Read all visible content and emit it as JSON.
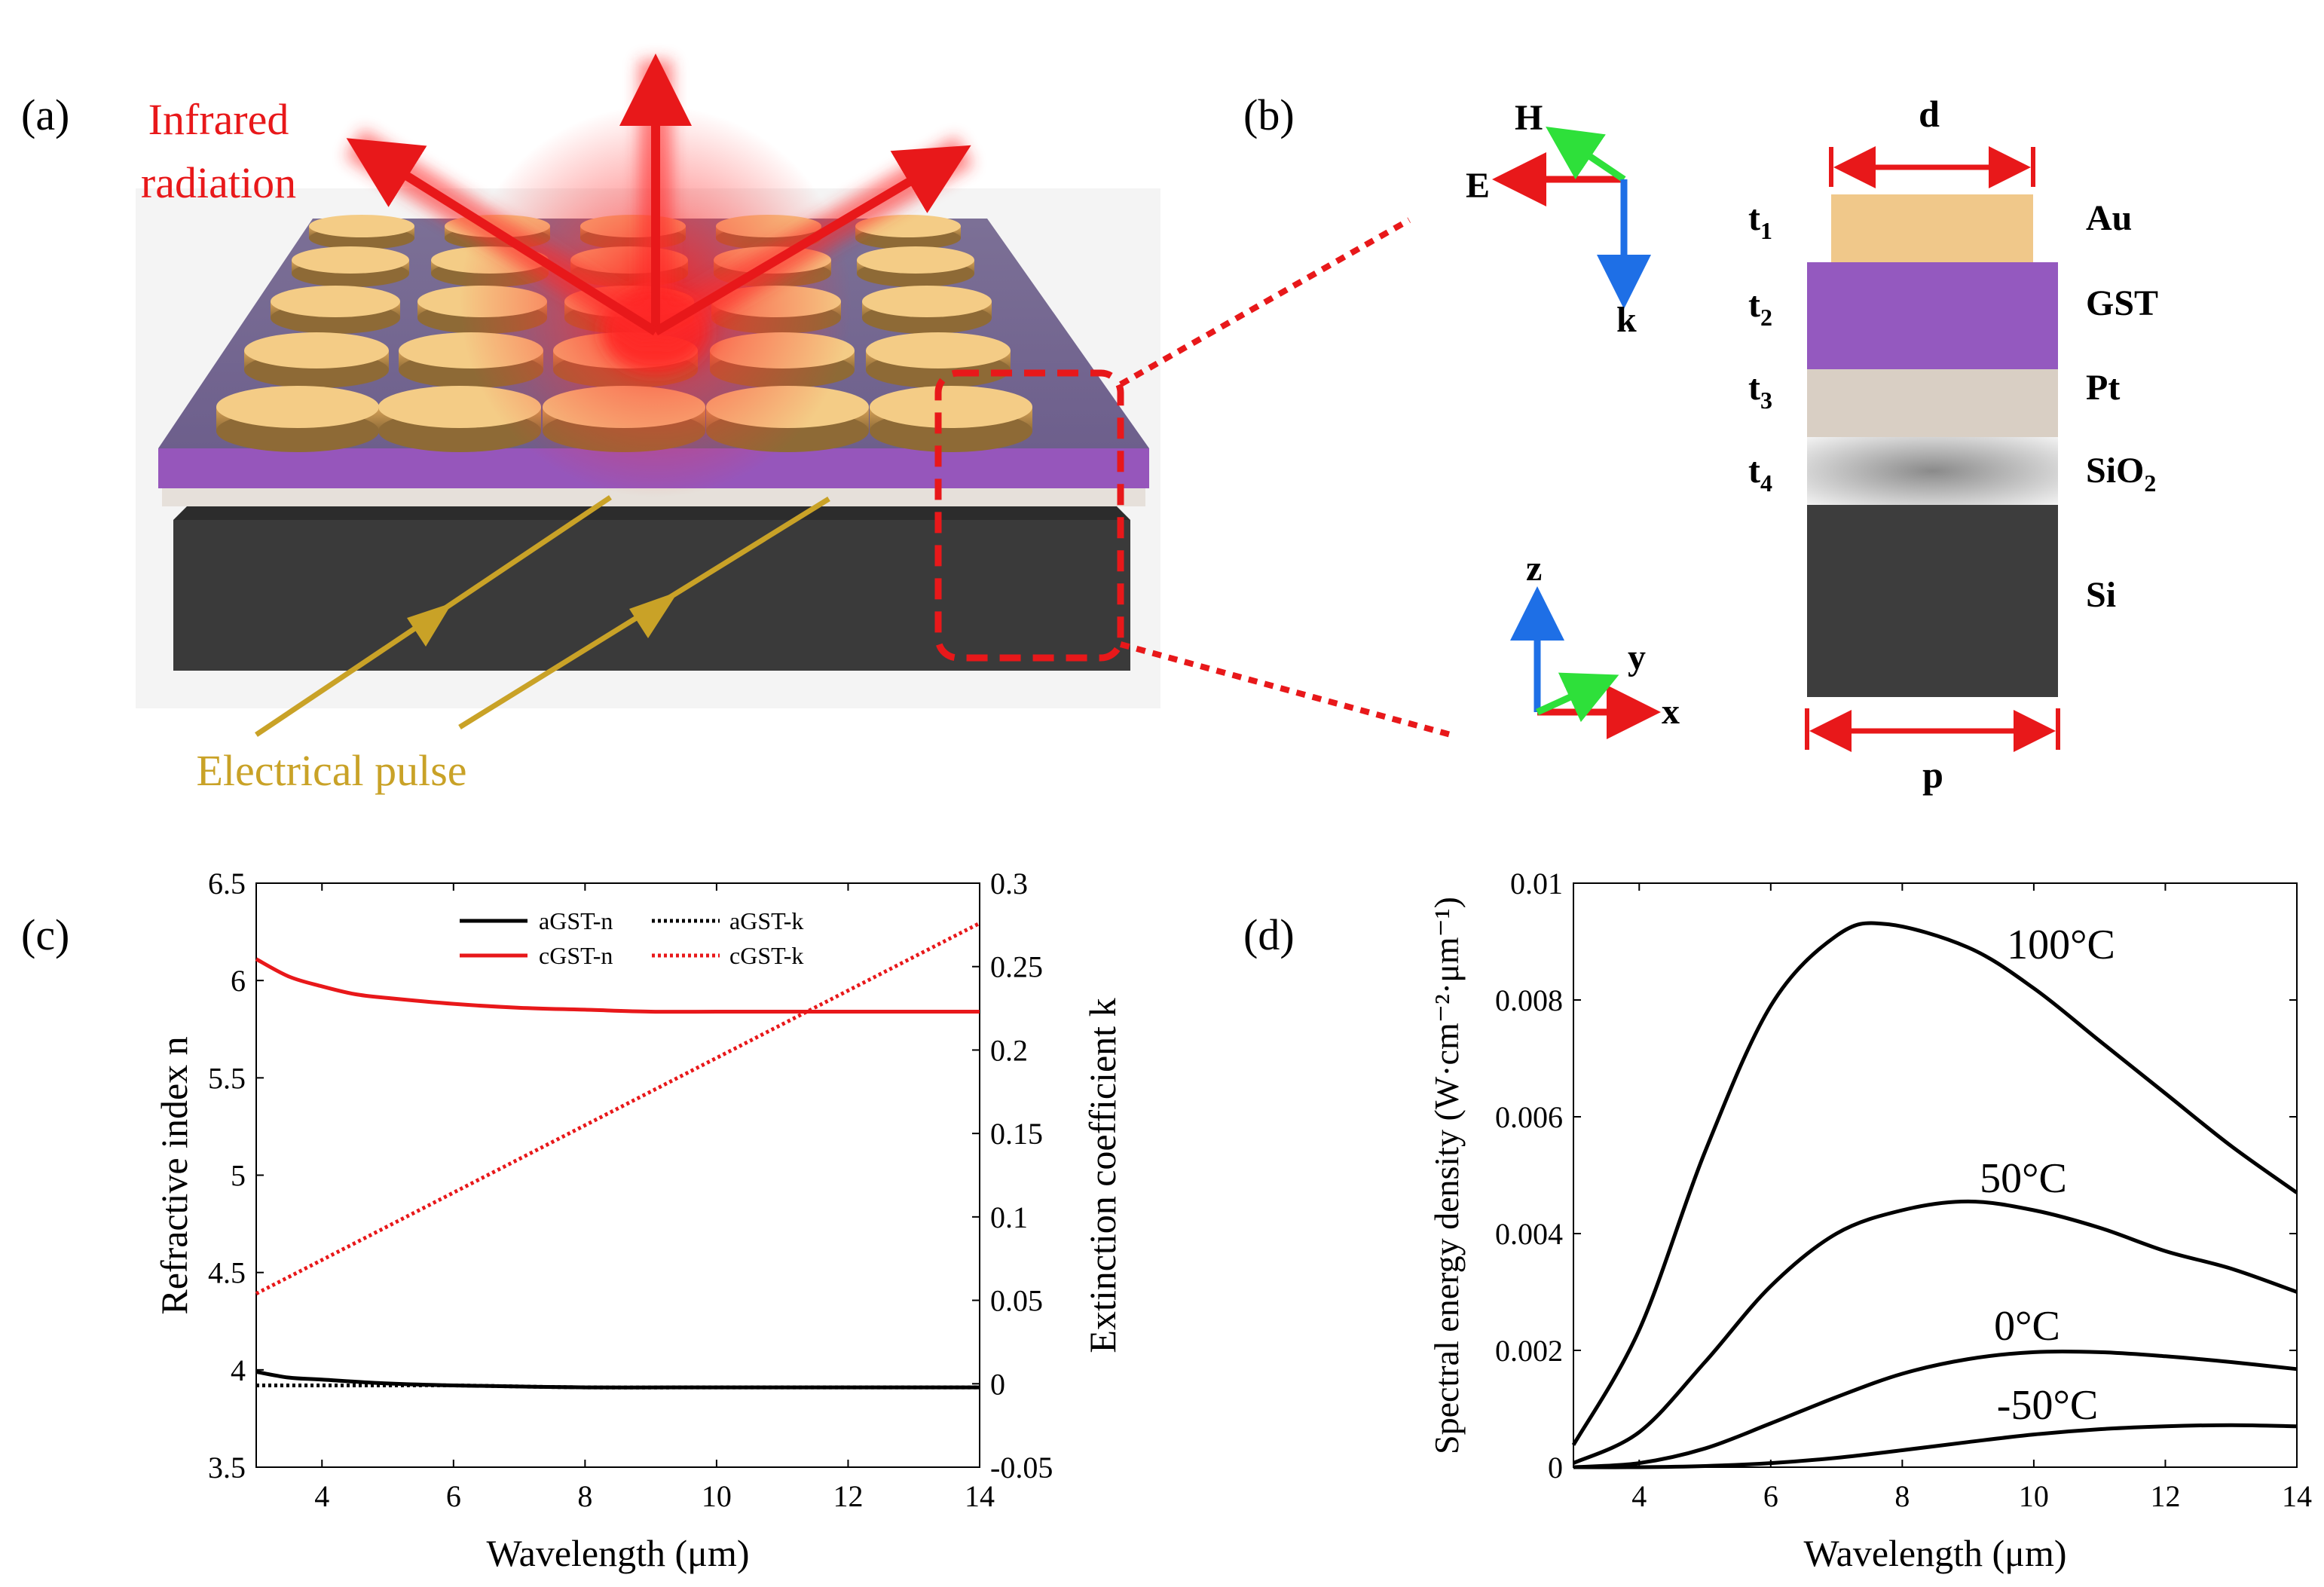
{
  "panel_a": {
    "label": "(a)",
    "radiation_text_line1": "Infrared",
    "radiation_text_line2": "radiation",
    "pulse_text": "Electrical pulse",
    "colors": {
      "radiation": "#e8181a",
      "pulse": "#c9a227",
      "disk": "#f0c27a",
      "gst": "#9656bb",
      "si": "#3b3b3b"
    }
  },
  "panel_b": {
    "label": "(b)",
    "axes_top": {
      "h": "H",
      "e": "E",
      "k": "k"
    },
    "axes_bottom": {
      "z": "z",
      "y": "y",
      "x": "x"
    },
    "dim_d": "d",
    "dim_p": "p",
    "thickness_labels": [
      {
        "base": "t",
        "sub": "1"
      },
      {
        "base": "t",
        "sub": "2"
      },
      {
        "base": "t",
        "sub": "3"
      },
      {
        "base": "t",
        "sub": "4"
      }
    ],
    "layers": [
      {
        "name": "Au",
        "color": "#f0c88a"
      },
      {
        "name": "GST",
        "color": "#9459bf"
      },
      {
        "name": "Pt",
        "color": "#d9cfc4"
      },
      {
        "name": "SiO",
        "sub": "2",
        "color": "#dcdcdc"
      },
      {
        "name": "Si",
        "color": "#3d3d3d"
      }
    ]
  },
  "chart_data": [
    {
      "panel": "(c)",
      "type": "line",
      "xlabel": "Wavelength (μm)",
      "ylabel_left": "Refractive index n",
      "ylabel_right": "Extinction coefficient k",
      "xlim": [
        3,
        14
      ],
      "ylim_left": [
        3.5,
        6.5
      ],
      "ylim_right": [
        -0.05,
        0.3
      ],
      "x_ticks": [
        "4",
        "6",
        "8",
        "10",
        "12",
        "14"
      ],
      "y_left_ticks": [
        "3.5",
        "4",
        "4.5",
        "5",
        "5.5",
        "6",
        "6.5"
      ],
      "y_right_ticks": [
        "-0.05",
        "0",
        "0.05",
        "0.1",
        "0.15",
        "0.2",
        "0.25",
        "0.3"
      ],
      "legend": [
        "aGST-n",
        "aGST-k",
        "cGST-n",
        "cGST-k"
      ],
      "series": [
        {
          "name": "aGST-n",
          "axis": "left",
          "color": "#000000",
          "dash": "solid",
          "x": [
            3,
            3.5,
            4,
            5,
            6,
            8,
            10,
            12,
            14
          ],
          "y": [
            3.99,
            3.96,
            3.95,
            3.93,
            3.92,
            3.91,
            3.91,
            3.91,
            3.91
          ]
        },
        {
          "name": "aGST-k",
          "axis": "left-overlay",
          "color": "#000000",
          "dash": "dot",
          "x": [
            3,
            4,
            5,
            6,
            8,
            10,
            12,
            14
          ],
          "y": [
            3.92,
            3.92,
            3.92,
            3.92,
            3.91,
            3.91,
            3.91,
            3.91
          ]
        },
        {
          "name": "cGST-n",
          "axis": "left",
          "color": "#e8181a",
          "dash": "solid",
          "x": [
            3,
            3.5,
            4,
            4.5,
            5,
            6,
            7,
            8,
            9,
            10,
            12,
            14
          ],
          "y": [
            6.11,
            6.02,
            5.97,
            5.93,
            5.91,
            5.88,
            5.86,
            5.85,
            5.84,
            5.84,
            5.84,
            5.84
          ]
        },
        {
          "name": "cGST-k",
          "axis": "right",
          "color": "#e8181a",
          "dash": "dot",
          "x": [
            3,
            14
          ],
          "y": [
            0.054,
            0.276
          ]
        }
      ]
    },
    {
      "panel": "(d)",
      "type": "line",
      "xlabel": "Wavelength (μm)",
      "ylabel": "Spectral energy density (W·cm⁻²·μm⁻¹)",
      "xlim": [
        3,
        14
      ],
      "ylim": [
        0,
        0.01
      ],
      "x_ticks": [
        "4",
        "6",
        "8",
        "10",
        "12",
        "14"
      ],
      "y_ticks": [
        "0",
        "0.002",
        "0.004",
        "0.006",
        "0.008",
        "0.01"
      ],
      "series": [
        {
          "name": "100°C",
          "color": "#000000",
          "x": [
            3,
            4,
            5,
            6,
            7,
            7.75,
            9,
            10,
            11,
            12,
            13,
            14
          ],
          "y": [
            0.00038,
            0.00235,
            0.0054,
            0.0079,
            0.0091,
            0.0093,
            0.0089,
            0.0082,
            0.0073,
            0.0064,
            0.0055,
            0.0047
          ]
        },
        {
          "name": "50°C",
          "color": "#000000",
          "x": [
            3,
            4,
            5,
            6,
            7,
            8,
            9,
            10,
            11,
            12,
            13,
            14
          ],
          "y": [
            7e-05,
            0.0006,
            0.0018,
            0.0031,
            0.004,
            0.0044,
            0.00455,
            0.0044,
            0.0041,
            0.0037,
            0.0034,
            0.003
          ]
        },
        {
          "name": "0°C",
          "color": "#000000",
          "x": [
            3,
            4,
            5,
            6,
            7,
            8,
            9,
            10,
            11,
            12,
            13,
            14
          ],
          "y": [
            0.0,
            7e-05,
            0.00032,
            0.00075,
            0.0012,
            0.0016,
            0.00185,
            0.00197,
            0.00197,
            0.0019,
            0.0018,
            0.00168
          ]
        },
        {
          "name": "-50°C",
          "color": "#000000",
          "x": [
            3,
            4,
            5,
            6,
            7,
            8,
            9,
            10,
            11,
            12,
            13,
            14
          ],
          "y": [
            0.0,
            0.0,
            2e-05,
            7e-05,
            0.00016,
            0.00029,
            0.00043,
            0.00056,
            0.00065,
            0.0007,
            0.00072,
            0.0007
          ]
        }
      ],
      "curve_labels": [
        "100°C",
        "50°C",
        "0°C",
        "-50°C"
      ]
    }
  ]
}
